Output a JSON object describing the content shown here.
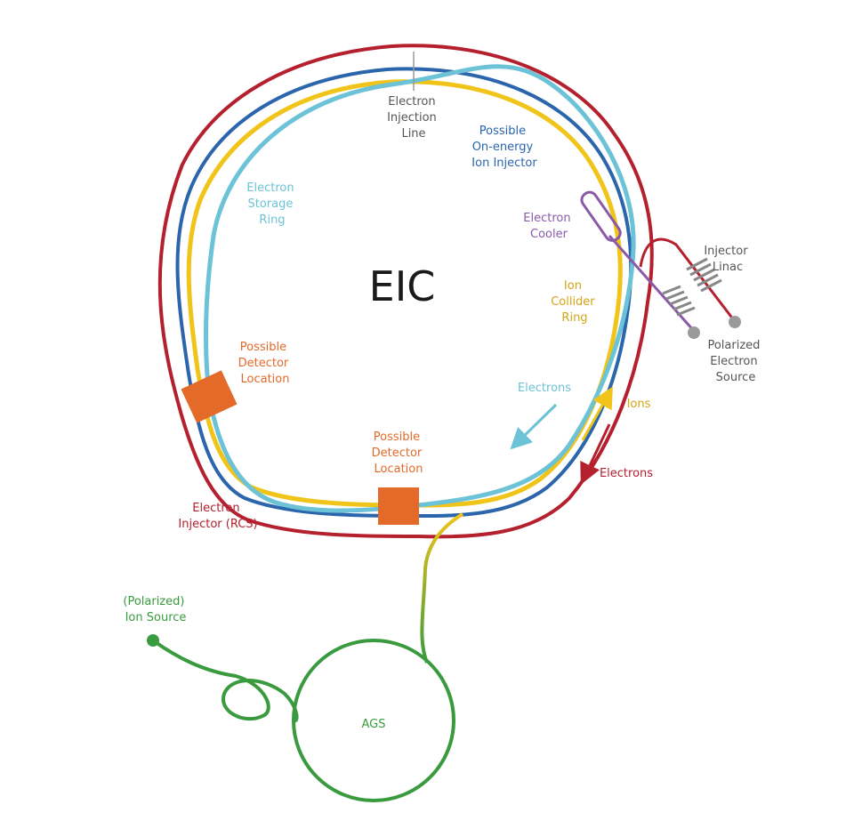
{
  "title": "EIC",
  "colors": {
    "electron_injector": "#b5202e",
    "ion_injector": "#2b65ac",
    "ion_collider": "#f0c419",
    "electron_storage": "#6cc2d6",
    "electron_cooler": "#8a5aa8",
    "detector": "#e46a2a",
    "ags": "#3a9a3e",
    "linac": "#b5202e",
    "gray": "#9a9a9a"
  },
  "labels": {
    "electron_injection_line": [
      "Electron",
      "Injection",
      "Line"
    ],
    "ion_injector": [
      "Possible",
      "On-energy",
      "Ion Injector"
    ],
    "electron_storage": [
      "Electron",
      "Storage",
      "Ring"
    ],
    "electron_cooler": [
      "Electron",
      "Cooler"
    ],
    "injector_linac": [
      "Injector",
      "Linac"
    ],
    "ion_collider": [
      "Ion",
      "Collider",
      "Ring"
    ],
    "polarized_source": [
      "Polarized",
      "Electron",
      "Source"
    ],
    "detector_left": [
      "Possible",
      "Detector",
      "Location"
    ],
    "detector_bottom": [
      "Possible",
      "Detector",
      "Location"
    ],
    "electrons_inner": "Electrons",
    "ions": "Ions",
    "electrons_outer": "Electrons",
    "rcs": [
      "Electron",
      "Injector (RCS)"
    ],
    "ion_source": [
      "(Polarized)",
      "Ion Source"
    ],
    "ags": "AGS"
  }
}
